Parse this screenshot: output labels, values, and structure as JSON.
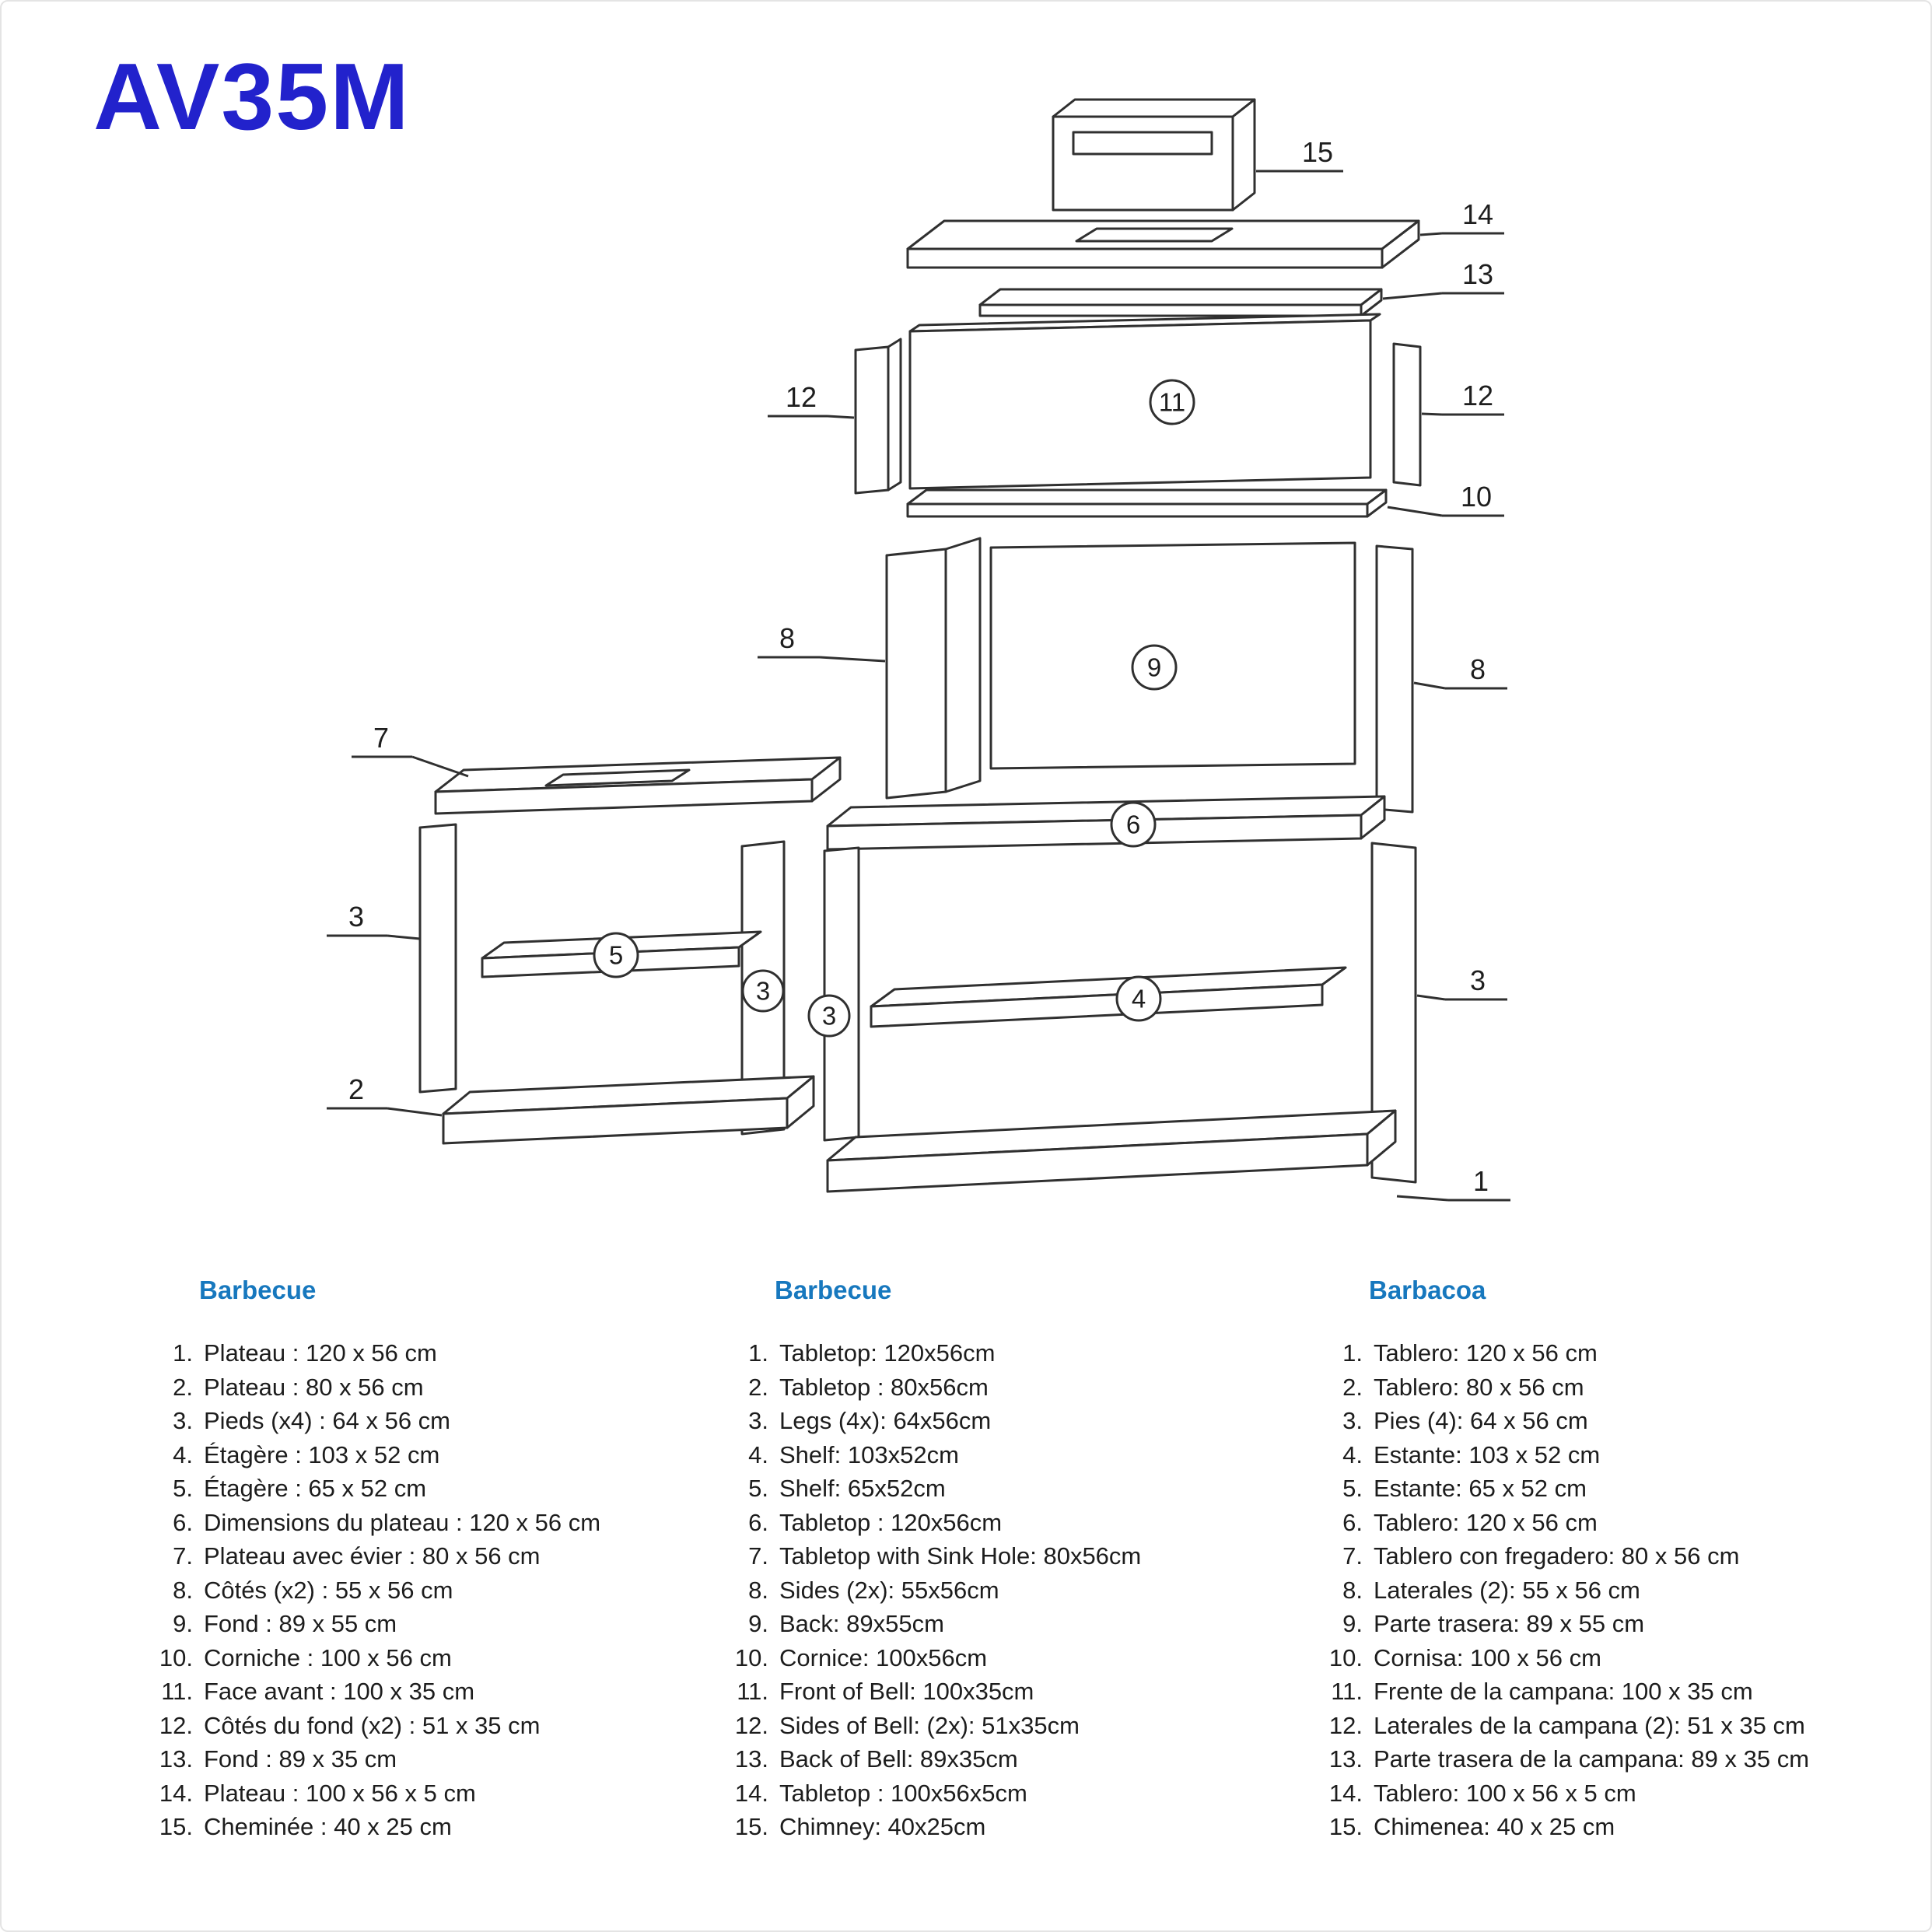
{
  "title": "AV35M",
  "colors": {
    "title_blue": "#2222cc",
    "heading_blue": "#1778be",
    "line": "#303030"
  },
  "diagram": {
    "callouts": {
      "n1": "1",
      "n2": "2",
      "n3": "3",
      "n7": "7",
      "n8": "8",
      "n10": "10",
      "n12": "12",
      "n13": "13",
      "n14": "14",
      "n15": "15"
    },
    "circled": {
      "c3": "3",
      "c4": "4",
      "c5": "5",
      "c6": "6",
      "c9": "9",
      "c11": "11"
    }
  },
  "lists": [
    {
      "heading": "Barbecue",
      "items": [
        "Plateau : 120 x 56 cm",
        "Plateau : 80 x 56 cm",
        "Pieds (x4) : 64 x 56 cm",
        "Étagère : 103 x 52 cm",
        "Étagère : 65 x 52 cm",
        "Dimensions du plateau : 120 x 56 cm",
        "Plateau avec évier : 80 x 56 cm",
        "Côtés (x2) : 55 x 56 cm",
        "Fond : 89 x 55 cm",
        "Corniche : 100 x 56 cm",
        "Face avant : 100 x 35 cm",
        "Côtés du fond (x2) : 51 x 35 cm",
        "Fond : 89 x 35 cm",
        "Plateau : 100 x 56 x 5 cm",
        "Cheminée : 40 x 25 cm"
      ]
    },
    {
      "heading": "Barbecue",
      "items": [
        "Tabletop: 120x56cm",
        "Tabletop : 80x56cm",
        "Legs (4x): 64x56cm",
        "Shelf: 103x52cm",
        "Shelf: 65x52cm",
        "Tabletop : 120x56cm",
        "Tabletop with Sink Hole: 80x56cm",
        "Sides (2x): 55x56cm",
        "Back: 89x55cm",
        "Cornice: 100x56cm",
        "Front of Bell: 100x35cm",
        "Sides of Bell: (2x): 51x35cm",
        "Back of Bell: 89x35cm",
        "Tabletop : 100x56x5cm",
        "Chimney: 40x25cm"
      ]
    },
    {
      "heading": "Barbacoa",
      "items": [
        "Tablero: 120 x 56 cm",
        "Tablero: 80 x 56 cm",
        "Pies (4): 64 x 56 cm",
        "Estante: 103 x 52 cm",
        "Estante: 65 x 52 cm",
        "Tablero: 120 x 56 cm",
        "Tablero con fregadero: 80 x 56 cm",
        "Laterales (2): 55 x 56 cm",
        "Parte trasera: 89 x 55 cm",
        "Cornisa: 100 x 56 cm",
        "Frente de la campana: 100 x 35 cm",
        "Laterales de la campana (2): 51 x 35 cm",
        "Parte trasera de la campana: 89 x 35 cm",
        "Tablero: 100 x 56 x 5 cm",
        "Chimenea: 40 x 25 cm"
      ]
    }
  ]
}
